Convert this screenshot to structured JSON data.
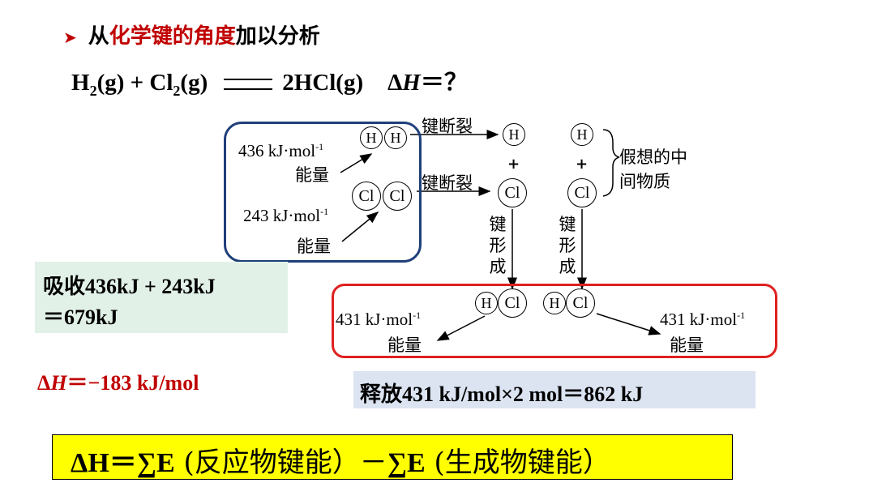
{
  "title": {
    "bullet": "➤",
    "part1": "从",
    "part2": "化学键的角度",
    "part3": "加以分析"
  },
  "equation": {
    "h": "H",
    "h_sub": "2",
    "g1": "(g) + Cl",
    "cl_sub": "2",
    "g2": "(g)",
    "product": "2HCl(g)",
    "delta": "Δ",
    "h_var": "H",
    "rhs": "＝？"
  },
  "atoms": {
    "h": "H",
    "cl": "Cl"
  },
  "labels": {
    "bond_break_1": "键断裂",
    "bond_break_2": "键断裂",
    "energy_436": "436 kJ·mol",
    "energy_243": "243 kJ·mol",
    "energy_431_left": "431 kJ·mol",
    "energy_431_right": "431 kJ·mol",
    "sup": "-1",
    "energy_word": "能量",
    "plus": "+",
    "intermediate_1": "假想的中",
    "intermediate_2": "间物质",
    "bond_form": "键形成"
  },
  "absorb": {
    "line1": "吸收436kJ + 243kJ",
    "line2": "＝679kJ"
  },
  "result": {
    "delta": "Δ",
    "h": "H",
    "value": "＝−183 kJ/mol"
  },
  "release": "释放431 kJ/mol×2 mol＝862 kJ",
  "formula": {
    "lead": "ΔH＝∑E",
    "part1": " (反应物键能）－",
    "sumE": "∑E",
    "part2": " (生成物键能）"
  },
  "colors": {
    "red": "#c00000",
    "navy_border": "#1f3f7a",
    "red_border": "#e02020",
    "green_bg": "#e2f1e8",
    "blue_bg": "#dce4f2",
    "yellow_bg": "#ffff00"
  }
}
